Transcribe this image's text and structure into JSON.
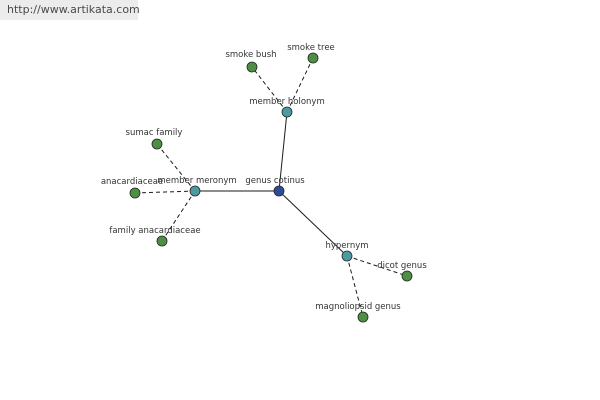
{
  "watermark": "http://www.artikata.com",
  "colors": {
    "root": "#2f4a9a",
    "relation": "#4e9aa3",
    "leaf": "#4f8f45",
    "edge": "#1a1a1a"
  },
  "graph": {
    "nodes": [
      {
        "id": "genus-cotinus",
        "label": "genus cotinus",
        "kind": "root"
      },
      {
        "id": "member-holonym",
        "label": "member holonym",
        "kind": "relation"
      },
      {
        "id": "member-meronym",
        "label": "member meronym",
        "kind": "relation"
      },
      {
        "id": "hypernym",
        "label": "hypernym",
        "kind": "relation"
      },
      {
        "id": "smoke-bush",
        "label": "smoke bush",
        "kind": "leaf"
      },
      {
        "id": "smoke-tree",
        "label": "smoke tree",
        "kind": "leaf"
      },
      {
        "id": "sumac-family",
        "label": "sumac family",
        "kind": "leaf"
      },
      {
        "id": "anacardiaceae",
        "label": "anacardiaceae",
        "kind": "leaf"
      },
      {
        "id": "family-anacardiaceae",
        "label": "family anacardiaceae",
        "kind": "leaf"
      },
      {
        "id": "dicot-genus",
        "label": "dicot genus",
        "kind": "leaf"
      },
      {
        "id": "magnoliopsid-genus",
        "label": "magnoliopsid genus",
        "kind": "leaf"
      }
    ],
    "edges": [
      {
        "from": "genus-cotinus",
        "to": "member-holonym",
        "style": "solid"
      },
      {
        "from": "genus-cotinus",
        "to": "member-meronym",
        "style": "solid"
      },
      {
        "from": "genus-cotinus",
        "to": "hypernym",
        "style": "solid"
      },
      {
        "from": "member-holonym",
        "to": "smoke-bush",
        "style": "dashed"
      },
      {
        "from": "member-holonym",
        "to": "smoke-tree",
        "style": "dashed"
      },
      {
        "from": "member-meronym",
        "to": "sumac-family",
        "style": "dashed"
      },
      {
        "from": "member-meronym",
        "to": "anacardiaceae",
        "style": "dashed"
      },
      {
        "from": "member-meronym",
        "to": "family-anacardiaceae",
        "style": "dashed"
      },
      {
        "from": "hypernym",
        "to": "dicot-genus",
        "style": "dashed"
      },
      {
        "from": "hypernym",
        "to": "magnoliopsid-genus",
        "style": "dashed"
      }
    ]
  }
}
